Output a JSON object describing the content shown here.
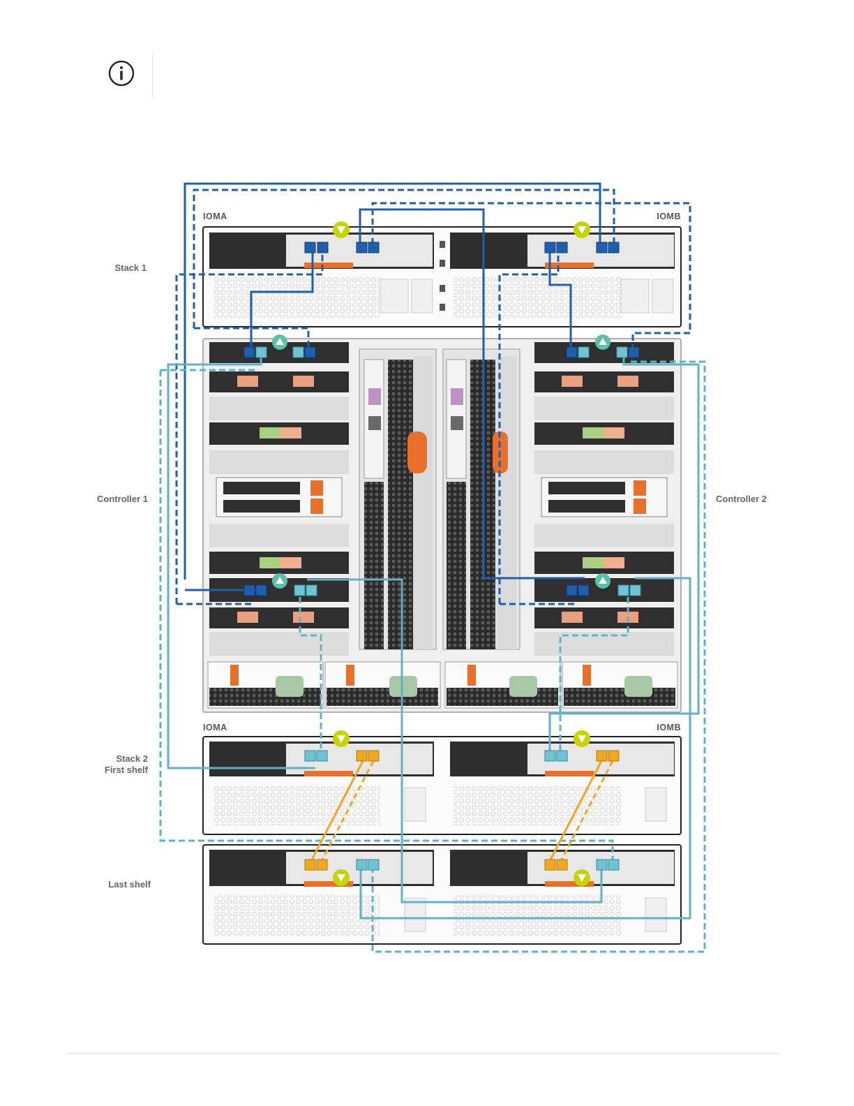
{
  "note": {
    "icon": "info-circle-icon"
  },
  "labels": {
    "stack1": "Stack 1",
    "controller1": "Controller 1",
    "controller2": "Controller 2",
    "stack2_line1": "Stack 2",
    "stack2_line2": "First shelf",
    "last_shelf": "Last shelf"
  },
  "modules": {
    "ioma_top": "IOMA",
    "iomb_top": "IOMB",
    "ioma_bottom": "IOMA",
    "iomb_bottom": "IOMB"
  },
  "colors": {
    "dark_blue": "#1f5fae",
    "light_blue": "#5fb3c2",
    "orange": "#f0a820",
    "chassis": "#f3f3f3",
    "panel_dark": "#2b2b2b",
    "latch": "#e8702a",
    "arrow_green": "#c8d400",
    "arrow_teal": "#5cc0a8"
  }
}
